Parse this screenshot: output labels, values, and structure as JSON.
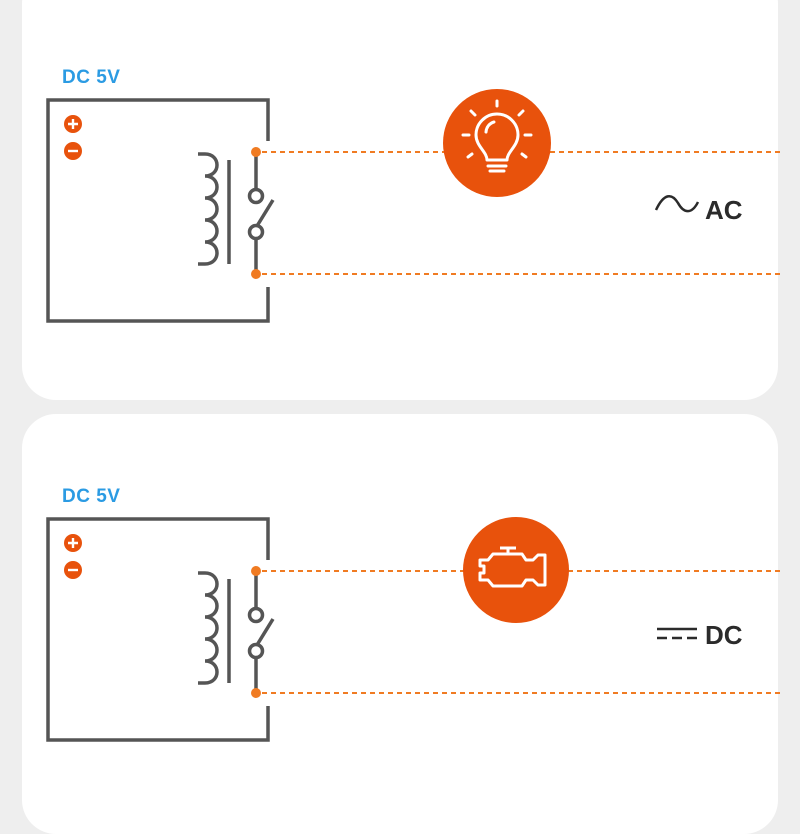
{
  "colors": {
    "accent": "#e8520c",
    "supply_label": "#2b9be3",
    "line": "#555555",
    "wire": "#f07b22",
    "panel": "#ffffff",
    "background": "#eeeeee"
  },
  "circuits": [
    {
      "supply_label": "DC 5V",
      "load_icon": "light-bulb-icon",
      "load_type_symbol": "ac-sine-icon",
      "load_type_label": "AC"
    },
    {
      "supply_label": "DC 5V",
      "load_icon": "engine-icon",
      "load_type_symbol": "dc-symbol-icon",
      "load_type_label": "DC"
    }
  ]
}
